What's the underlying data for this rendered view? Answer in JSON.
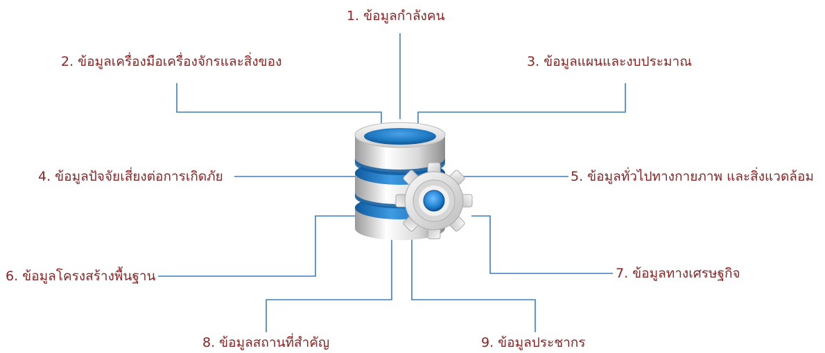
{
  "colors": {
    "label_text": "#8b2323",
    "connector": "#3a7fbf",
    "disk_top": "#e8e8e8",
    "disk_well": "#1e78c2",
    "gear": "#e4e4e4",
    "gear_center": "#1f7fd0"
  },
  "hub": {
    "icon": "database-gear-icon"
  },
  "items": [
    {
      "label": "1. ข้อมูลกำลังคน"
    },
    {
      "label": "2. ข้อมูลเครื่องมือเครื่องจักรและสิ่งของ"
    },
    {
      "label": "3. ข้อมูลแผนและงบประมาณ"
    },
    {
      "label": "4. ข้อมูลปัจจัยเสี่ยงต่อการเกิดภัย"
    },
    {
      "label": "5. ข้อมูลทั่วไปทางกายภาพ และสิ่งแวดล้อม"
    },
    {
      "label": "6. ข้อมูลโครงสร้างพื้นฐาน"
    },
    {
      "label": "7. ข้อมูลทางเศรษฐกิจ"
    },
    {
      "label": "8. ข้อมูลสถานที่สำคัญ"
    },
    {
      "label": "9. ข้อมูลประชากร"
    }
  ]
}
